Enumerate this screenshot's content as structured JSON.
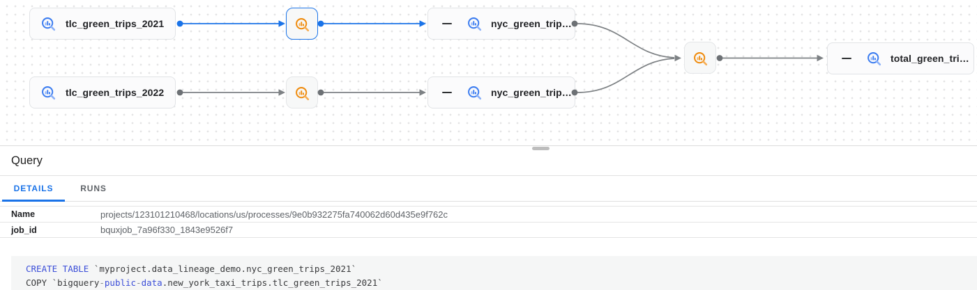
{
  "graph": {
    "nodes": {
      "tlc2021": {
        "label": "tlc_green_trips_2021",
        "type": "table"
      },
      "tlc2022": {
        "label": "tlc_green_trips_2022",
        "type": "table"
      },
      "nyc2021": {
        "label": "nyc_green_trips…",
        "type": "table"
      },
      "nyc2022": {
        "label": "nyc_green_trips…",
        "type": "table"
      },
      "total": {
        "label": "total_green_trip…",
        "type": "table"
      }
    },
    "icons": {
      "table": "bigquery-table-icon",
      "process": "bigquery-job-icon",
      "collapse": "minus-icon"
    }
  },
  "panel": {
    "title": "Query",
    "tabs": {
      "details": "DETAILS",
      "runs": "RUNS"
    },
    "fields": {
      "name": {
        "label": "Name",
        "value": "projects/123101210468/locations/us/processes/9e0b932275fa740062d60d435e9f762c"
      },
      "job_id": {
        "label": "job_id",
        "value": "bquxjob_7a96f330_1843e9526f7"
      }
    },
    "code": {
      "line1": {
        "kw": "CREATE TABLE",
        "text": " `myproject.data_lineage_demo.nyc_green_trips_2021`"
      },
      "line2": {
        "a": "COPY `bigquery",
        "h1": "-",
        "b": "public",
        "h2": "-",
        "c": "data",
        "d": ".new_york_taxi_trips.tlc_green_trips_2021`"
      }
    }
  },
  "colors": {
    "selection_blue": "#1a73e8",
    "process_orange": "#ef8b0d",
    "table_icon_blue": "#3b7cf0",
    "keyword_blue": "#3b4ed8",
    "edge_gray": "#7d8184"
  }
}
